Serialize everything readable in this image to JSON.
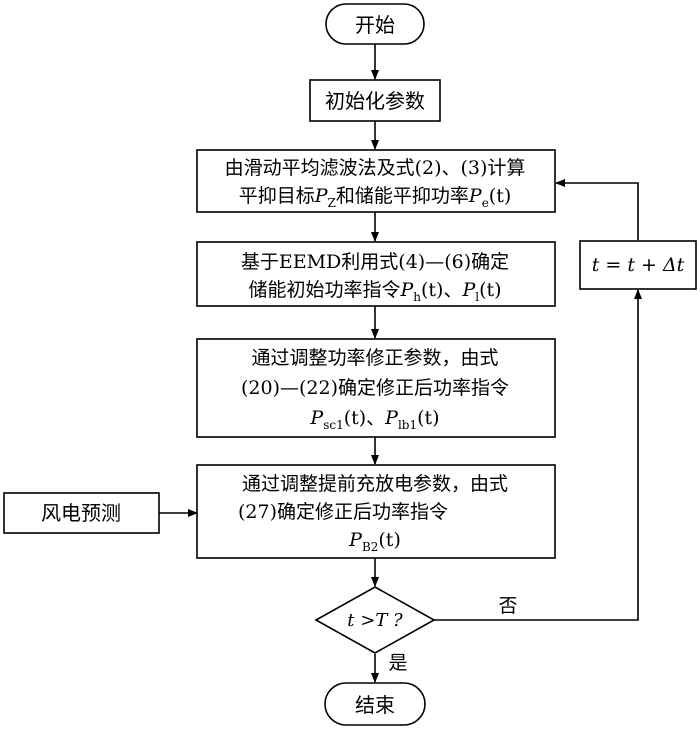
{
  "nodes": {
    "start": "开始",
    "init": "初始化参数",
    "step1": {
      "line1": "由滑动平均滤波法及式(2)、(3)计算",
      "line2_a": "平抑目标",
      "line2_p1": "P",
      "line2_p1_sub": "Z",
      "line2_b": "和储能平抑功率",
      "line2_p2": "P",
      "line2_p2_sub": "e",
      "line2_c": "(t)"
    },
    "step2": {
      "line1": "基于EEMD利用式(4)—(6)确定",
      "line2_a": "储能初始功率指令",
      "line2_p1": "P",
      "line2_p1_sub": "h",
      "line2_b": "(t)、",
      "line2_p2": "P",
      "line2_p2_sub": "l",
      "line2_c": "(t)"
    },
    "step3": {
      "line1": "通过调整功率修正参数，由式",
      "line2": "(20)—(22)确定修正后功率指令",
      "line3_p1": "P",
      "line3_p1_sub": "sc1",
      "line3_b": "(t)、",
      "line3_p2": "P",
      "line3_p2_sub": "lb1",
      "line3_c": "(t)"
    },
    "step4": {
      "line1": "通过调整提前充放电参数，由式",
      "line2": "(27)确定修正后功率指令",
      "line3_p": "P",
      "line3_p_sub": "B2",
      "line3_c": "(t)"
    },
    "wind": "风电预测",
    "decision": "t >T ?",
    "loop": "t = t + Δt",
    "end": "结束"
  },
  "edges": {
    "no_label": "否",
    "yes_label": "是"
  }
}
